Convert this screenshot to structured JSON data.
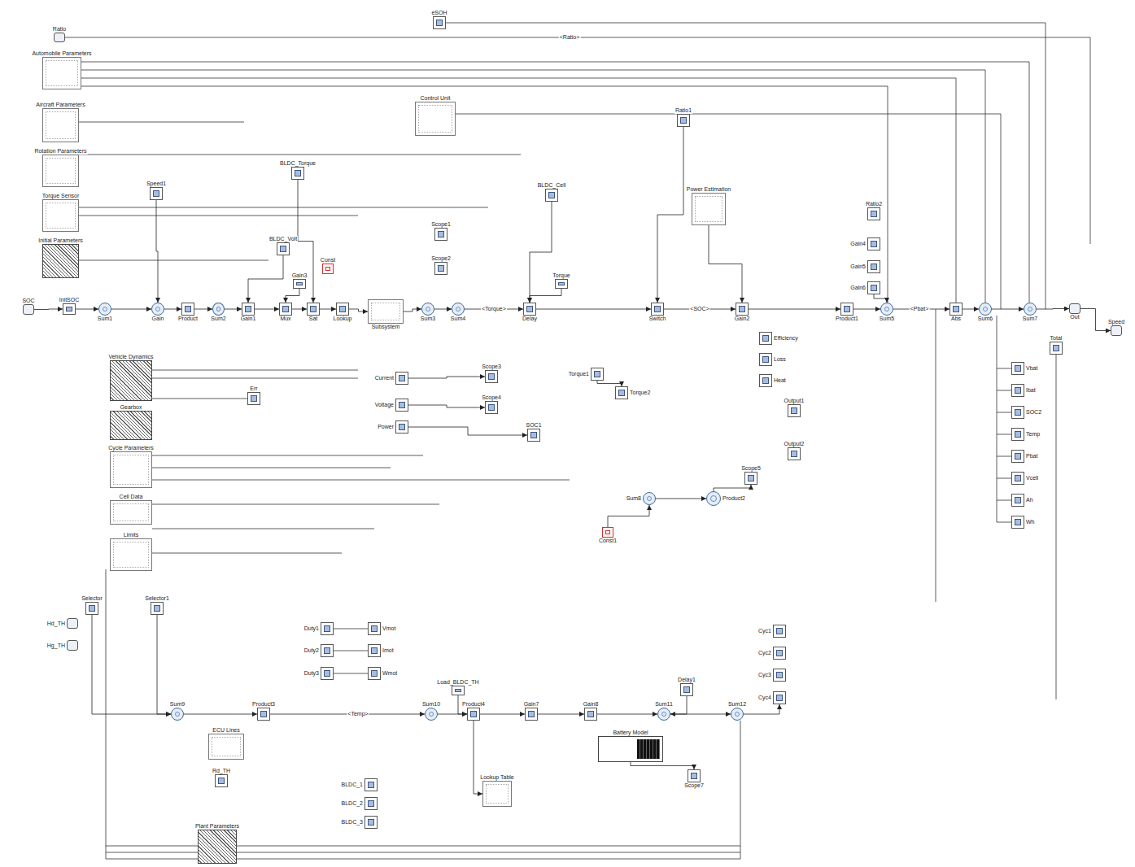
{
  "diagram": {
    "nodes": [
      {
        "text": [
          "Ratio"
        ]
      },
      {
        "text": [
          "Automobile Parameters"
        ]
      },
      {
        "text": [
          "Aircraft Parameters"
        ]
      },
      {
        "text": [
          "Rotation Parameters"
        ]
      },
      {
        "text": [
          "Torque Sensor"
        ]
      },
      {
        "text": [
          "Initial Parameters"
        ]
      },
      {
        "text": [
          "SOC"
        ]
      },
      {
        "text": [
          "InitSOC"
        ]
      },
      {
        "text": [
          "Sum1"
        ]
      },
      {
        "text": [
          "Gain"
        ]
      },
      {
        "text": [
          "Product"
        ]
      },
      {
        "text": [
          "Sum2"
        ]
      },
      {
        "text": [
          "Gain1"
        ]
      },
      {
        "text": [
          "Mux"
        ]
      },
      {
        "text": [
          "Sat"
        ]
      },
      {
        "text": [
          "Lookup"
        ]
      },
      {
        "text": [
          "Subsystem"
        ]
      },
      {
        "text": [
          "Sum3"
        ]
      },
      {
        "text": [
          "Sum4"
        ]
      },
      {
        "text": [
          "Delay"
        ]
      },
      {
        "text": [
          "Switch"
        ]
      },
      {
        "text": [
          "Gain2"
        ]
      },
      {
        "text": [
          "Product1"
        ]
      },
      {
        "text": [
          "Sum5"
        ]
      },
      {
        "text": [
          "Abs"
        ]
      },
      {
        "text": [
          "Sum6"
        ]
      },
      {
        "text": [
          "Sum7"
        ]
      },
      {
        "text": [
          "Out"
        ]
      },
      {
        "text": [
          "Speed"
        ]
      },
      {
        "text": [
          "eSOH"
        ]
      },
      {
        "text": [
          "Control Unit"
        ]
      },
      {
        "text": [
          "Ratio1"
        ]
      },
      {
        "text": [
          "BLDC_Torque"
        ]
      },
      {
        "text": [
          "Speed1"
        ]
      },
      {
        "text": [
          "BLDC_Cell"
        ]
      },
      {
        "text": [
          "Power Estimation"
        ]
      },
      {
        "text": [
          "Ratio2"
        ]
      },
      {
        "text": [
          "BLDC_Volt"
        ]
      },
      {
        "text": [
          "Const"
        ]
      },
      {
        "text": [
          "Gain3"
        ]
      },
      {
        "text": [
          "Torque"
        ]
      },
      {
        "text": [
          "Scope1"
        ]
      },
      {
        "text": [
          "Scope2"
        ]
      },
      {
        "text": [
          "Gain4"
        ]
      },
      {
        "text": [
          "Gain5"
        ]
      },
      {
        "text": [
          "Gain6"
        ]
      },
      {
        "text": [
          "Current"
        ]
      },
      {
        "text": [
          "Voltage"
        ]
      },
      {
        "text": [
          "Power"
        ]
      },
      {
        "text": [
          "Scope3"
        ]
      },
      {
        "text": [
          "Scope4"
        ]
      },
      {
        "text": [
          "SOC1"
        ]
      },
      {
        "text": [
          "Err"
        ]
      },
      {
        "text": [
          "Torque1"
        ]
      },
      {
        "text": [
          "Torque2"
        ]
      },
      {
        "text": [
          "Efficiency"
        ]
      },
      {
        "text": [
          "Loss"
        ]
      },
      {
        "text": [
          "Heat"
        ]
      },
      {
        "text": [
          "Output1"
        ]
      },
      {
        "text": [
          "Output2"
        ]
      },
      {
        "text": [
          "Sum8"
        ]
      },
      {
        "text": [
          "Const1"
        ]
      },
      {
        "text": [
          "Product2"
        ]
      },
      {
        "text": [
          "Scope5"
        ]
      },
      {
        "text": [
          "Vbat"
        ]
      },
      {
        "text": [
          "Ibat"
        ]
      },
      {
        "text": [
          "SOC2"
        ]
      },
      {
        "text": [
          "Temp"
        ]
      },
      {
        "text": [
          "Pbat"
        ]
      },
      {
        "text": [
          "Vcell"
        ]
      },
      {
        "text": [
          "Ah"
        ]
      },
      {
        "text": [
          "Wh"
        ]
      },
      {
        "text": [
          "Total"
        ]
      },
      {
        "text": [
          "Hd_TH"
        ]
      },
      {
        "text": [
          "Hg_TH"
        ]
      },
      {
        "text": [
          "Selector"
        ]
      },
      {
        "text": [
          "Selector1"
        ]
      },
      {
        "text": [
          "Sum9"
        ]
      },
      {
        "text": [
          "Product3"
        ]
      },
      {
        "text": [
          "ECU Lines"
        ]
      },
      {
        "text": [
          "Rd_TH"
        ]
      },
      {
        "text": [
          "Duty1"
        ]
      },
      {
        "text": [
          "Duty2"
        ]
      },
      {
        "text": [
          "Duty3"
        ]
      },
      {
        "text": [
          "Vmot"
        ]
      },
      {
        "text": [
          "Imot"
        ]
      },
      {
        "text": [
          "Wmot"
        ]
      },
      {
        "text": [
          "Sum10"
        ]
      },
      {
        "text": [
          "Load_BLDC_TH"
        ]
      },
      {
        "text": [
          "Product4"
        ]
      },
      {
        "text": [
          "Gain7"
        ]
      },
      {
        "text": [
          "Gain8"
        ]
      },
      {
        "text": [
          "Sum11"
        ]
      },
      {
        "text": [
          "Sum12"
        ]
      },
      {
        "text": [
          "Delay1"
        ]
      },
      {
        "text": [
          "Battery Model"
        ]
      },
      {
        "text": [
          "Scope7"
        ]
      },
      {
        "text": [
          "Lookup Table"
        ]
      },
      {
        "text": [
          "BLDC_1"
        ]
      },
      {
        "text": [
          "BLDC_2"
        ]
      },
      {
        "text": [
          "BLDC_3"
        ]
      },
      {
        "text": [
          "Plant Parameters"
        ]
      },
      {
        "text": [
          "Vehicle Dynamics"
        ]
      },
      {
        "text": [
          "Gearbox"
        ]
      },
      {
        "text": [
          "Cycle Parameters"
        ]
      },
      {
        "text": [
          "Cell Data"
        ]
      },
      {
        "text": [
          "Limits"
        ]
      },
      {
        "text": [
          "Cyc1"
        ]
      },
      {
        "text": [
          "Cyc2"
        ]
      },
      {
        "text": [
          "Cyc3"
        ]
      },
      {
        "text": [
          "Cyc4"
        ]
      }
    ],
    "edges": [
      {
        "from": 6,
        "to": 7,
        "arrow": "to"
      },
      {
        "from": 7,
        "to": 8,
        "arrow": "to"
      },
      {
        "from": 8,
        "to": 9,
        "arrow": "to"
      },
      {
        "from": 9,
        "to": 10,
        "arrow": "to"
      },
      {
        "from": 10,
        "to": 11,
        "arrow": "to"
      },
      {
        "from": 11,
        "to": 12,
        "arrow": "to"
      },
      {
        "from": 12,
        "to": 13,
        "arrow": "to"
      },
      {
        "from": 13,
        "to": 14,
        "arrow": "to"
      },
      {
        "from": 14,
        "to": 15,
        "arrow": "to"
      },
      {
        "from": 15,
        "to": 16,
        "arrow": "to"
      },
      {
        "from": 16,
        "to": 17,
        "arrow": "to"
      },
      {
        "from": 17,
        "to": 18,
        "arrow": "to"
      },
      {
        "from": 18,
        "to": 19,
        "arrow": "to"
      },
      {
        "from": 19,
        "to": 20,
        "arrow": "to"
      },
      {
        "from": 20,
        "to": 21,
        "arrow": "to"
      },
      {
        "from": 21,
        "to": 22,
        "arrow": "to"
      },
      {
        "from": 22,
        "to": 23,
        "arrow": "to"
      },
      {
        "from": 23,
        "to": 24,
        "arrow": "to"
      },
      {
        "from": 24,
        "to": 25,
        "arrow": "to"
      },
      {
        "from": 25,
        "to": 26,
        "arrow": "to"
      },
      {
        "from": 26,
        "to": 27,
        "arrow": "to"
      },
      {
        "from": 27,
        "to": 28,
        "arrow": "to"
      },
      {
        "from": 33,
        "to": 9,
        "arrow": "to"
      },
      {
        "from": 32,
        "to": 14,
        "arrow": "to"
      },
      {
        "from": 39,
        "to": 13,
        "arrow": "to"
      },
      {
        "from": 37,
        "to": 12,
        "arrow": "to"
      },
      {
        "from": 34,
        "to": 19,
        "arrow": "to"
      },
      {
        "from": 40,
        "to": 19,
        "arrow": "to"
      },
      {
        "from": 31,
        "to": 20,
        "arrow": "to"
      },
      {
        "from": 35,
        "to": 21,
        "arrow": "to"
      },
      {
        "from": 45,
        "to": 23,
        "arrow": "to"
      },
      {
        "from": 46,
        "to": 49,
        "arrow": "to"
      },
      {
        "from": 47,
        "to": 50,
        "arrow": "to"
      },
      {
        "from": 48,
        "to": 51,
        "arrow": "to"
      },
      {
        "from": 53,
        "to": 54,
        "arrow": "to"
      },
      {
        "from": 60,
        "to": 62,
        "arrow": "to"
      },
      {
        "from": 61,
        "to": 60,
        "arrow": "to"
      },
      {
        "from": 62,
        "to": 63,
        "arrow": "to"
      },
      {
        "from": 75,
        "to": 77,
        "arrow": "to"
      },
      {
        "from": 76,
        "to": 77,
        "arrow": "to"
      },
      {
        "from": 77,
        "to": 78,
        "arrow": "to"
      },
      {
        "from": 78,
        "to": 87,
        "arrow": "to"
      },
      {
        "from": 87,
        "to": 89,
        "arrow": "to"
      },
      {
        "from": 88,
        "to": 89,
        "arrow": "to"
      },
      {
        "from": 89,
        "to": 90,
        "arrow": "to"
      },
      {
        "from": 90,
        "to": 91,
        "arrow": "to"
      },
      {
        "from": 91,
        "to": 92,
        "arrow": "to"
      },
      {
        "from": 92,
        "to": 93,
        "arrow": "to"
      },
      {
        "from": 94,
        "to": 92,
        "arrow": "to"
      },
      {
        "from": 93,
        "to": 110,
        "arrow": "to"
      },
      {
        "from": 95,
        "to": 96,
        "arrow": "to"
      },
      {
        "from": 89,
        "to": 97,
        "arrow": "to"
      }
    ],
    "labels": [
      "<Ratio>",
      "<SOC>",
      "<Torque>",
      "<Pbat>",
      "<Temp>"
    ]
  }
}
